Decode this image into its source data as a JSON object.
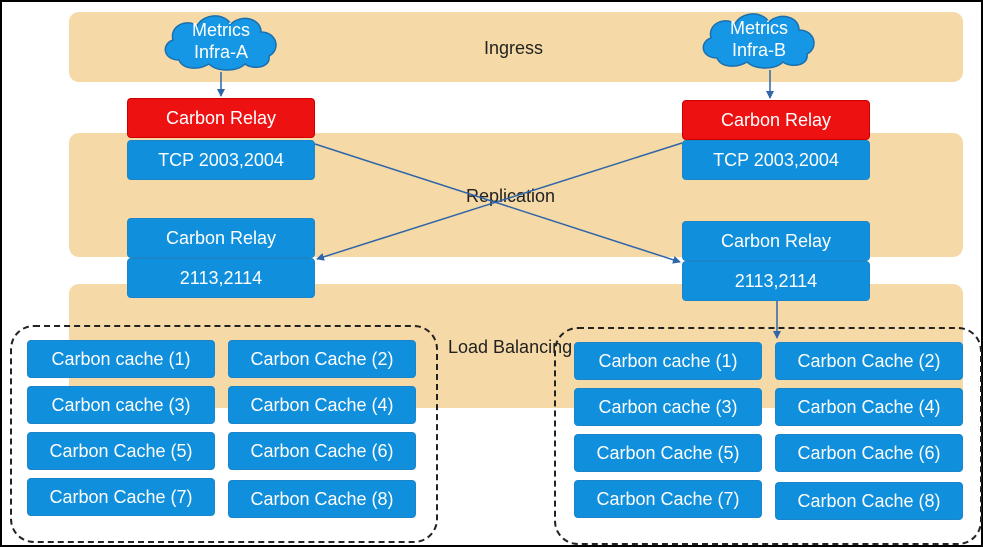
{
  "bands": {
    "ingress": "Ingress",
    "replication": "Replication",
    "load_balancing": "Load Balancing"
  },
  "sources": {
    "a": {
      "line1": "Metrics",
      "line2": "Infra-A"
    },
    "b": {
      "line1": "Metrics",
      "line2": "Infra-B"
    }
  },
  "left": {
    "relay_top": "Carbon Relay",
    "tcp": "TCP 2003,2004",
    "relay_bottom": "Carbon Relay",
    "ports": "2113,2114",
    "caches": [
      "Carbon cache (1)",
      "Carbon Cache (2)",
      "Carbon cache (3)",
      "Carbon Cache (4)",
      "Carbon Cache (5)",
      "Carbon Cache (6)",
      "Carbon Cache (7)",
      "Carbon Cache (8)"
    ]
  },
  "right": {
    "relay_top": "Carbon Relay",
    "tcp": "TCP 2003,2004",
    "relay_bottom": "Carbon Relay",
    "ports": "2113,2114",
    "caches": [
      "Carbon cache (1)",
      "Carbon Cache (2)",
      "Carbon cache (3)",
      "Carbon Cache (4)",
      "Carbon Cache (5)",
      "Carbon Cache (6)",
      "Carbon Cache (7)",
      "Carbon Cache (8)"
    ]
  },
  "colors": {
    "band": "#f5d9a6",
    "box": "#0f8fdc",
    "relay_top": "#ee1111"
  }
}
